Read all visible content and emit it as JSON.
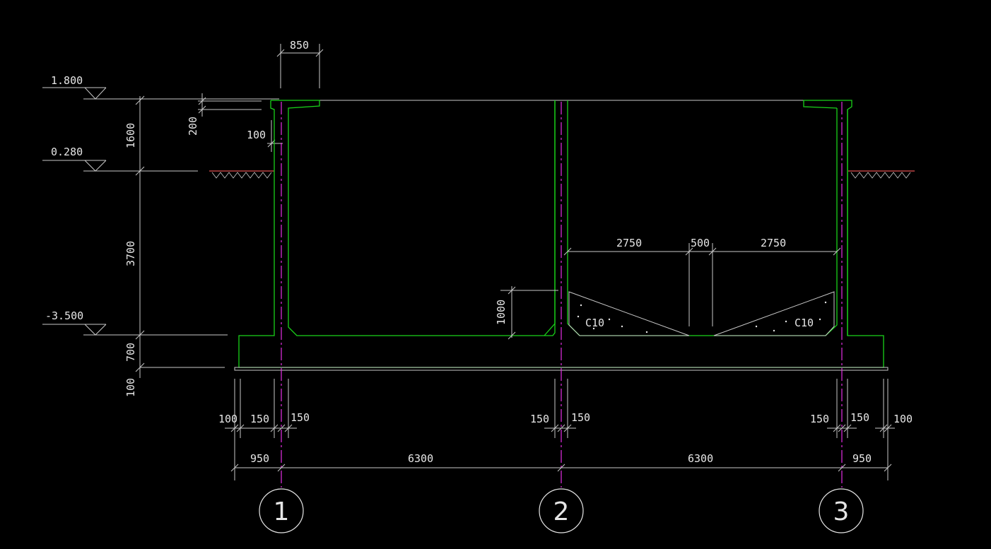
{
  "elevations": {
    "top": "1.800",
    "ground": "0.280",
    "bottom": "-3.500"
  },
  "vertical_dims": {
    "top_segment": "1600",
    "middle_segment": "3700",
    "slab": "700",
    "cushion": "100"
  },
  "top_dims": {
    "wall_top_width": "850",
    "beam_depth": "200",
    "beam_offset": "100"
  },
  "inner_dims": {
    "left_span": "2750",
    "center": "500",
    "right_span": "2750",
    "step_height": "1000"
  },
  "concrete_labels": {
    "left": "C10",
    "right": "C10"
  },
  "bottom_dims": {
    "d100_left": "100",
    "d150_a": "150",
    "d150_b": "150",
    "d150_c": "150",
    "d150_d": "150",
    "d150_e": "150",
    "d150_f": "150",
    "d100_right": "100",
    "d950_left": "950",
    "d6300_a": "6300",
    "d6300_b": "6300",
    "d950_right": "950"
  },
  "grid_axes": {
    "axis_1": "1",
    "axis_2": "2",
    "axis_3": "3"
  },
  "colors": {
    "background": "#000000",
    "structure": "#19d219",
    "axis": "#e62fe6",
    "dimension": "#c8c8c8",
    "ground": "#e05050"
  }
}
